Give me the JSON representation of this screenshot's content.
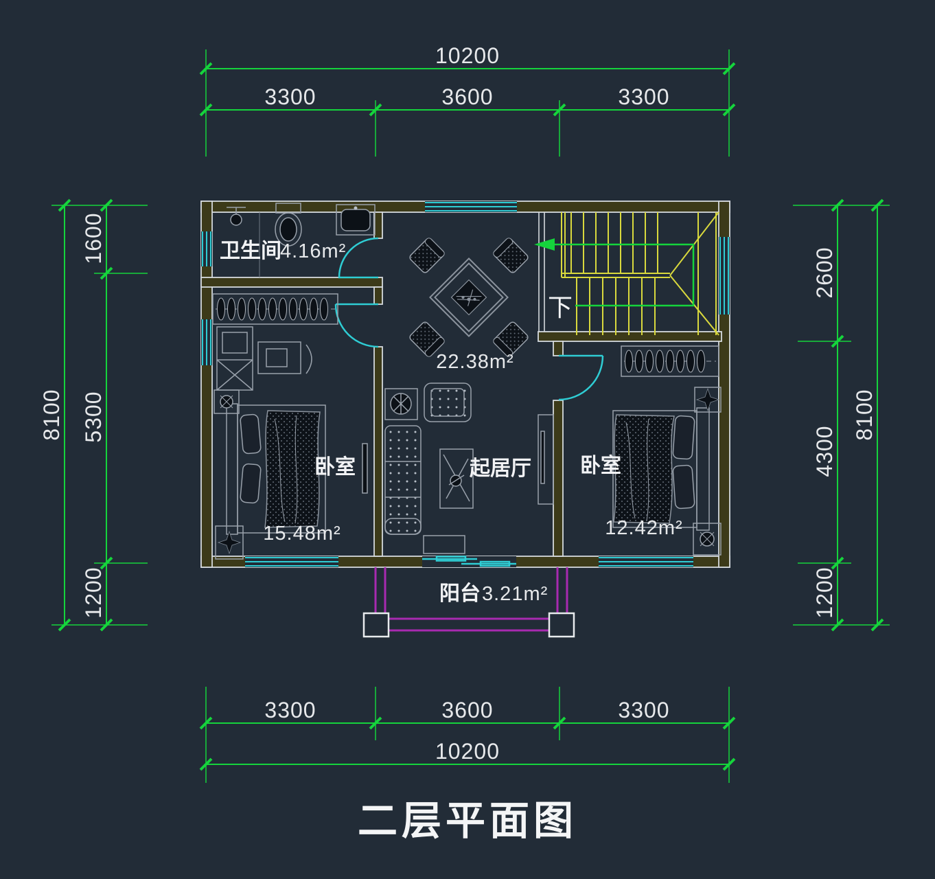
{
  "title": "二层平面图",
  "colors": {
    "background": "#222c37",
    "dimension_green": "#15d43c",
    "wall_line": "#d5dade",
    "wall_fill": "#3c3a19",
    "window_cyan": "#2fcdd4",
    "stairs_yellow": "#d9d93d",
    "railing_magenta": "#a82ab0",
    "furniture_gray": "#99a1ab",
    "text_white": "#eceef0"
  },
  "dimensions": {
    "top": {
      "total": "10200",
      "segments": [
        "3300",
        "3600",
        "3300"
      ]
    },
    "bottom": {
      "total": "10200",
      "segments": [
        "3300",
        "3600",
        "3300"
      ]
    },
    "left": {
      "total": "8100",
      "segments": [
        "1600",
        "5300",
        "1200"
      ]
    },
    "right": {
      "total": "8100",
      "segments": [
        "2600",
        "4300",
        "1200"
      ]
    }
  },
  "rooms": {
    "bathroom": {
      "name": "卫生间",
      "area": "4.16m²"
    },
    "dining": {
      "area": "22.38m²"
    },
    "living": {
      "name": "起居厅"
    },
    "bedroom_left": {
      "name": "卧室",
      "area": "15.48m²"
    },
    "bedroom_right": {
      "name": "卧室",
      "area": "12.42m²"
    },
    "balcony": {
      "name": "阳台",
      "area": "3.21m²"
    }
  },
  "stairs": {
    "down_label": "下"
  }
}
